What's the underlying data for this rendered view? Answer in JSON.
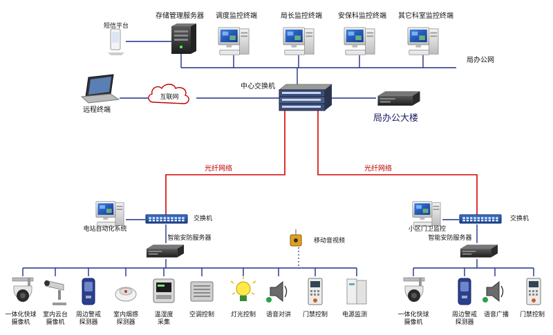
{
  "top": {
    "sms": "短信平台",
    "storage": "存储管理服务器",
    "dispatch": "调度监控终端",
    "director": "局长监控终端",
    "security_dept": "安保科监控终端",
    "other_dept": "其它科室监控终端",
    "office_net": "局办公网"
  },
  "center": {
    "switch": "中心交换机",
    "internet": "互联网",
    "remote": "远程终端",
    "building": "局办公大楼"
  },
  "links": {
    "fiber_left": "光纤网络",
    "fiber_right": "光纤网络"
  },
  "left_site": {
    "switch": "交换机",
    "pc": "电站自动化系统",
    "server": "智能安防服务器",
    "mobile": "移动音视频",
    "devices": [
      {
        "l1": "一体化快球",
        "l2": "摄像机"
      },
      {
        "l1": "室内云台",
        "l2": "摄像机"
      },
      {
        "l1": "周边警戒",
        "l2": "探测器"
      },
      {
        "l1": "室内烟感",
        "l2": "探测器"
      },
      {
        "l1": "温湿度",
        "l2": "采集"
      },
      {
        "l1": "空调控制",
        "l2": ""
      },
      {
        "l1": "灯光控制",
        "l2": ""
      },
      {
        "l1": "语音对讲",
        "l2": ""
      },
      {
        "l1": "门禁控制",
        "l2": ""
      },
      {
        "l1": "电源监测",
        "l2": ""
      }
    ]
  },
  "right_site": {
    "switch": "交换机",
    "pc": "小区门卫监控",
    "server": "智能安防服务器",
    "devices": [
      {
        "l1": "一体化快球",
        "l2": "摄像机"
      },
      {
        "l1": "周边警戒",
        "l2": "探测器"
      },
      {
        "l1": "语音广播",
        "l2": ""
      },
      {
        "l1": "门禁控制",
        "l2": ""
      }
    ]
  },
  "colors": {
    "line": "#1f2f86",
    "fiber": "#d40000"
  }
}
